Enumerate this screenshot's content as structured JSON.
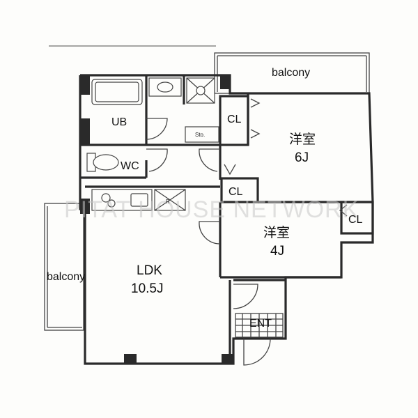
{
  "rooms": {
    "balcony_top": "balcony",
    "balcony_left": "balcony",
    "ub": "UB",
    "wc": "WC",
    "sto": "Sto.",
    "r": "R",
    "cl_a": "CL",
    "cl_b": "CL",
    "cl_c": "CL",
    "yoshitsu_1_name": "洋室",
    "yoshitsu_1_size": "6J",
    "yoshitsu_2_name": "洋室",
    "yoshitsu_2_size": "4J",
    "ldk_name": "LDK",
    "ldk_size": "10.5J",
    "ent": "ENT"
  },
  "watermark": "PITAT HOUSE NETWORK"
}
